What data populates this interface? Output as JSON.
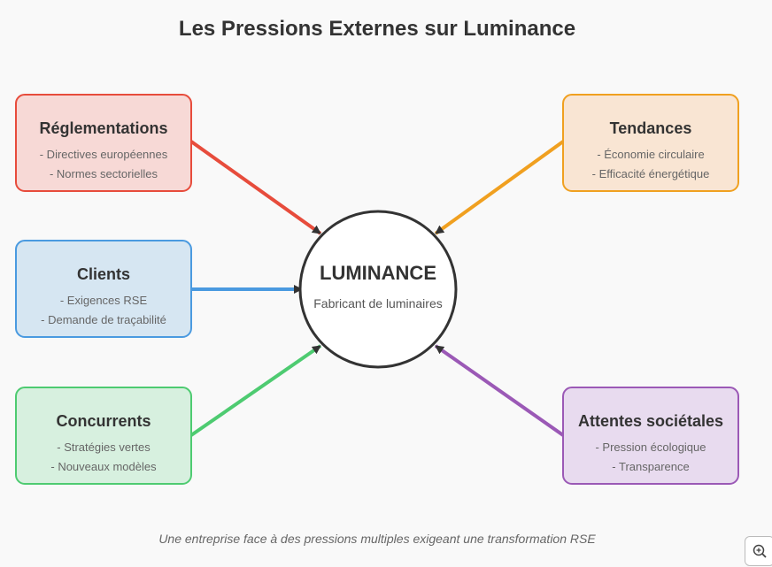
{
  "title": "Les Pressions Externes sur Luminance",
  "center": {
    "title": "LUMINANCE",
    "subtitle": "Fabricant de luminaires"
  },
  "boxes": [
    {
      "title": "Réglementations",
      "items": [
        "- Directives européennes",
        "- Normes sectorielles"
      ],
      "color": "#e74c3c",
      "fill": "#f7d9d6"
    },
    {
      "title": "Clients",
      "items": [
        "- Exigences RSE",
        "- Demande de traçabilité"
      ],
      "color": "#4a9ae0",
      "fill": "#d6e6f2"
    },
    {
      "title": "Concurrents",
      "items": [
        "- Stratégies vertes",
        "- Nouveaux modèles"
      ],
      "color": "#4ecb71",
      "fill": "#d7f0df"
    },
    {
      "title": "Tendances",
      "items": [
        "- Économie circulaire",
        "- Efficacité énergétique"
      ],
      "color": "#f0a020",
      "fill": "#f9e5d3"
    },
    {
      "title": "Attentes sociétales",
      "items": [
        "- Pression écologique",
        "- Transparence"
      ],
      "color": "#9b59b6",
      "fill": "#e8dbef"
    }
  ],
  "caption": "Une entreprise face à des pressions multiples exigeant une transformation RSE",
  "zoom_icon": "zoom-in-icon"
}
